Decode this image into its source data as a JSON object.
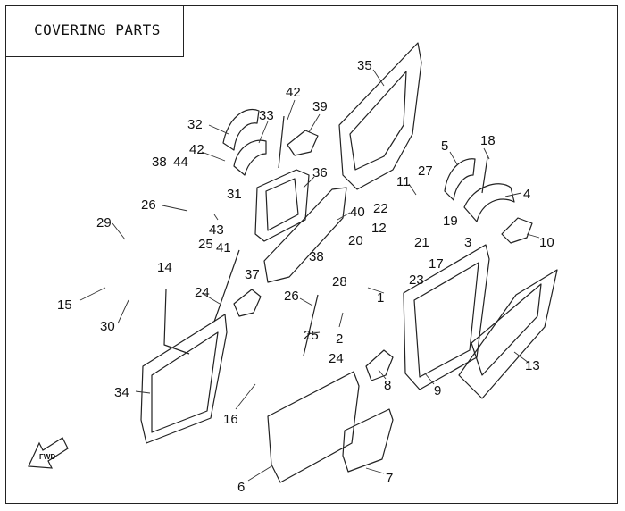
{
  "title": "COVERING PARTS",
  "direction_label": "FWD",
  "callouts": [
    "1",
    "2",
    "3",
    "4",
    "5",
    "6",
    "7",
    "8",
    "9",
    "10",
    "11",
    "12",
    "13",
    "14",
    "15",
    "16",
    "17",
    "18",
    "19",
    "20",
    "21",
    "22",
    "23",
    "24",
    "25",
    "26",
    "27",
    "28",
    "29",
    "30",
    "31",
    "32",
    "33",
    "34",
    "35",
    "36",
    "37",
    "38",
    "39",
    "40",
    "41",
    "42",
    "43",
    "44"
  ]
}
